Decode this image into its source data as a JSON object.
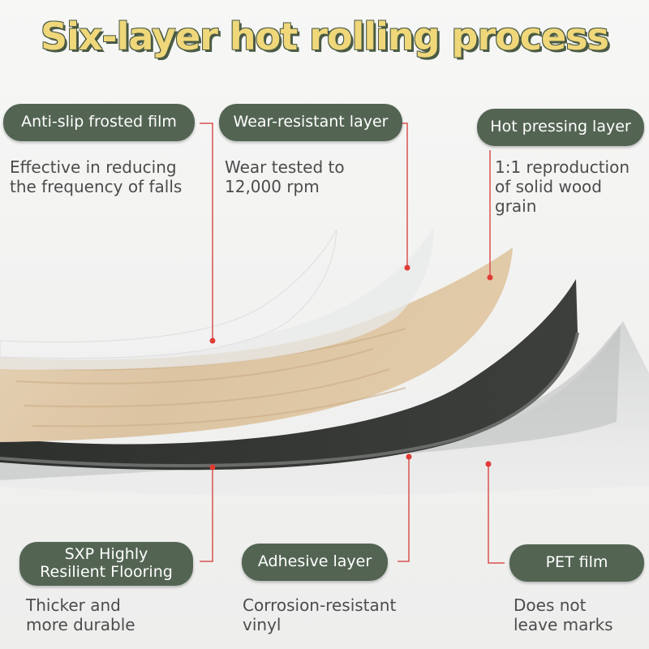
{
  "title": "Six-layer hot rolling process",
  "layers": {
    "anti_slip": {
      "label": "Anti-slip frosted film",
      "description": "Effective in reducing\nthe frequency of falls"
    },
    "wear_resistant": {
      "label": "Wear-resistant layer",
      "description": "Wear tested to\n12,000 rpm"
    },
    "hot_pressing": {
      "label": "Hot pressing layer",
      "description": "1:1 reproduction\nof solid wood\ngrain"
    },
    "sxp": {
      "label": "SXP Highly\nResilient Flooring",
      "description": "Thicker and\nmore durable"
    },
    "adhesive": {
      "label": "Adhesive layer",
      "description": "Corrosion-resistant\nvinyl"
    },
    "pet": {
      "label": "PET film",
      "description": "Does not\nleave marks"
    }
  },
  "colors": {
    "pill": "#536453",
    "title_fill": "#efd77a",
    "title_outline": "#4a5a44",
    "leader": "#d9534f"
  }
}
